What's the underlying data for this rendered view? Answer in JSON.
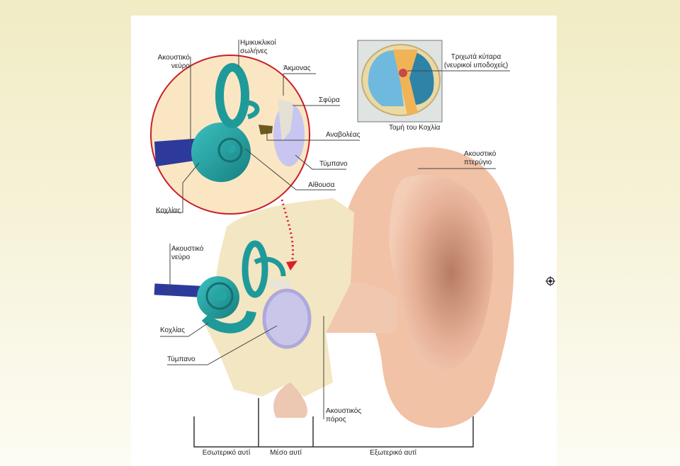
{
  "inset": {
    "auditory_nerve": [
      "Ακουστικό",
      "νεύρο"
    ],
    "semicircular_canals": [
      "Ημικυκλικοί",
      "σωλήνες"
    ],
    "incus": "Άκμονας",
    "malleus": "Σφύρα",
    "stapes": "Αναβολέας",
    "eardrum": "Τύμπανο",
    "vestibule": "Αίθουσα",
    "cochlea": "Κοχλίας"
  },
  "cochlea_section": {
    "hair_cells": [
      "Τριχωτά κύταρα",
      "(νευρικοί υποδοχείς)"
    ],
    "caption": "Τομή του Κοχλία"
  },
  "main": {
    "pinna": [
      "Ακουστικό",
      "πτερύγιο"
    ],
    "auditory_nerve": [
      "Ακουστικό",
      "νεύρο"
    ],
    "cochlea": "Κοχλίας",
    "eardrum": "Τύμπανο",
    "ear_canal": [
      "Ακουστικός",
      "πόρος"
    ]
  },
  "regions": {
    "inner": "Εσωτερικό αυτί",
    "middle": "Μέσο αυτί",
    "outer": "Εξωτερικό αυτί"
  },
  "colors": {
    "cochlea": "#1f9a9a",
    "nerve": "#2d3a9c",
    "bone": "#f3e6c2",
    "skin": "#efbfa3",
    "eardrum": "#c5c3ef",
    "inset_border": "#c8202a"
  }
}
